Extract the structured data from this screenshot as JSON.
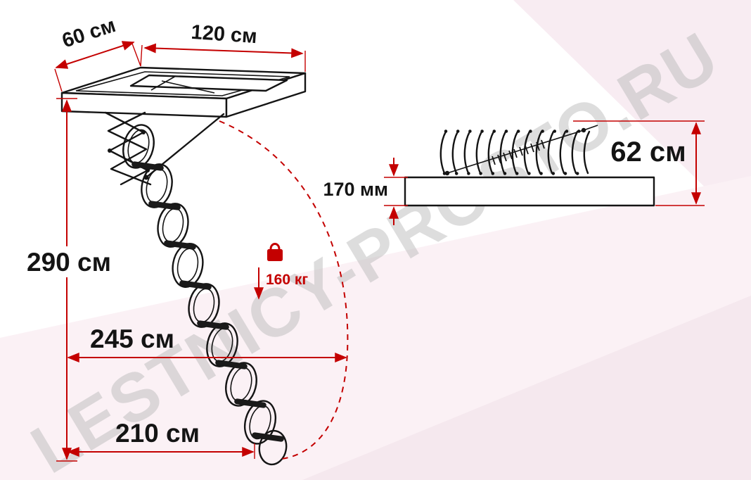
{
  "watermark": {
    "text": "LESTNICY-PROSTO.RU"
  },
  "colors": {
    "dimension_red": "#c40000",
    "drawing_black": "#141414",
    "background_pink": "#f8ecf2",
    "watermark_gray": "#bcbcbc"
  },
  "front_view": {
    "hatch_depth": "60 см",
    "hatch_width": "120 см",
    "ceiling_height": "290 см",
    "swing_clearance": "245 см",
    "floor_projection": "210 см",
    "max_load": "160 кг",
    "load_icon": "weight-icon"
  },
  "side_view": {
    "box_thickness": "170 мм",
    "folded_height": "62 см"
  }
}
